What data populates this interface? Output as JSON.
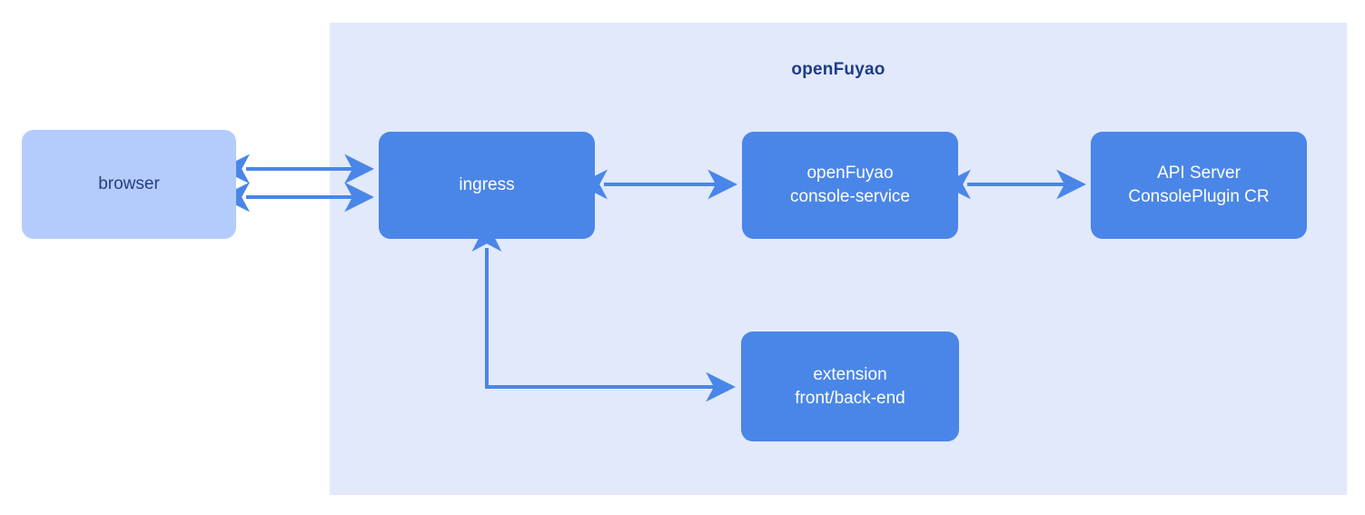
{
  "diagram": {
    "title": "openFuyao",
    "colors": {
      "panel_background": "#e2e9fb",
      "node_blue": "#4a86e8",
      "node_light_blue": "#b4ccfc",
      "arrow": "#4a86e8",
      "title_text": "#1f3c87",
      "canvas_background": "#ffffff"
    },
    "boundary_label": "openFuyao",
    "nodes": [
      {
        "id": "browser",
        "label": "browser",
        "style": "light"
      },
      {
        "id": "ingress",
        "label": "ingress",
        "style": "blue"
      },
      {
        "id": "console",
        "label": "openFuyao\nconsole-service",
        "style": "blue"
      },
      {
        "id": "apiserver",
        "label": "API Server\nConsolePlugin CR",
        "style": "blue"
      },
      {
        "id": "extension",
        "label": "extension\nfront/back-end",
        "style": "blue"
      }
    ],
    "edges": [
      {
        "id": "browser-ingress-top",
        "from": "browser",
        "to": "ingress",
        "direction": "bidirectional",
        "shape": "straight"
      },
      {
        "id": "browser-ingress-bottom",
        "from": "browser",
        "to": "ingress",
        "direction": "bidirectional",
        "shape": "straight"
      },
      {
        "id": "ingress-console",
        "from": "ingress",
        "to": "console",
        "direction": "bidirectional",
        "shape": "straight"
      },
      {
        "id": "console-apiserver",
        "from": "console",
        "to": "apiserver",
        "direction": "bidirectional",
        "shape": "straight"
      },
      {
        "id": "ingress-extension",
        "from": "ingress",
        "to": "extension",
        "direction": "bidirectional",
        "shape": "elbow"
      }
    ]
  }
}
